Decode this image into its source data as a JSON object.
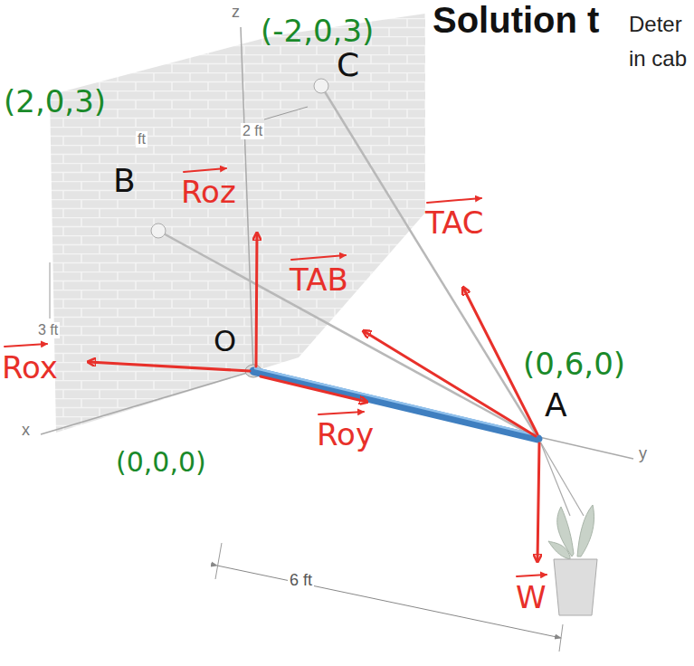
{
  "diagram": {
    "title": "Solution t",
    "labels": [
      "Deter",
      "in cab",
      "(-2,0,3)",
      "C",
      "2 ft",
      "(2,0,3)",
      "Roz",
      "B",
      "ft",
      "TAC",
      "TAB",
      "(0,6,0)",
      "3 ft",
      "Rox",
      "O",
      "A",
      "x",
      "(0,0,0)",
      "Roy",
      "y",
      "6 ft",
      "W",
      "z"
    ]
  }
}
